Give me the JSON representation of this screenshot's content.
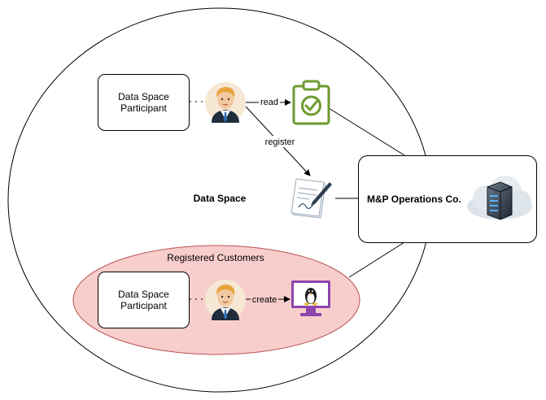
{
  "data_space": {
    "label": "Data Space"
  },
  "registered_customers": {
    "label": "Registered Customers"
  },
  "participant_top": {
    "label_line1": "Data Space",
    "label_line2": "Participant"
  },
  "participant_bottom": {
    "label_line1": "Data Space",
    "label_line2": "Participant"
  },
  "edges": {
    "read": "read",
    "register": "register",
    "create": "create"
  },
  "operator": {
    "name": "M&P Operations Co."
  },
  "icons": {
    "person": "person-avatar-icon",
    "clipboard": "clipboard-check-icon",
    "contract": "signed-contract-icon",
    "linux": "linux-monitor-icon",
    "cloud": "cloud-server-icon"
  },
  "colors": {
    "region_fill": "#f8cecc",
    "region_stroke": "#b85450",
    "clipboard": "#6d9b2e",
    "monitor": "#8e44ad"
  }
}
